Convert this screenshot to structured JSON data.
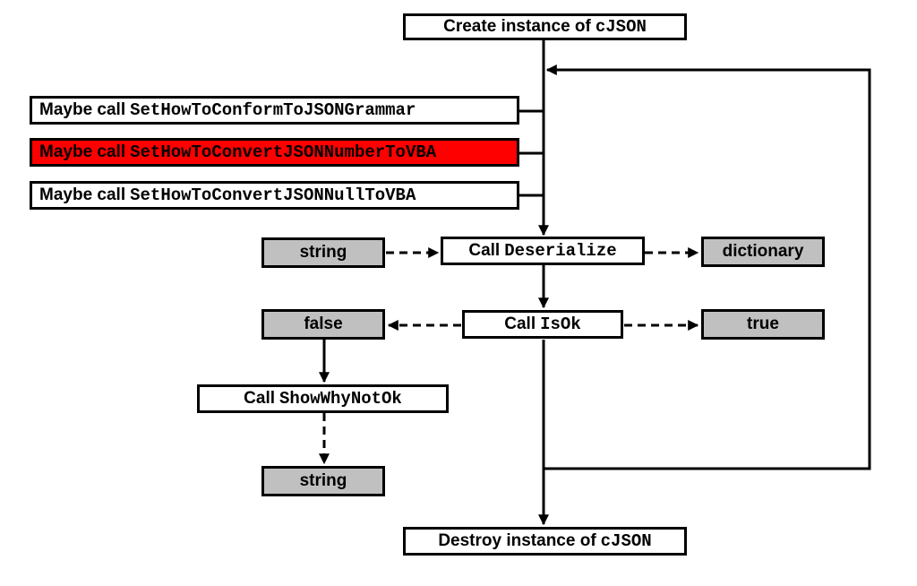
{
  "nodes": {
    "create": {
      "prefix": "Create instance of",
      "code": "cJSON"
    },
    "opt_grammar": {
      "prefix": "Maybe call",
      "code": "SetHowToConformToJSONGrammar"
    },
    "opt_number": {
      "prefix": "Maybe call",
      "code": "SetHowToConvertJSONNumberToVBA"
    },
    "opt_null": {
      "prefix": "Maybe call",
      "code": "SetHowToConvertJSONNullToVBA"
    },
    "input_string": {
      "label": "string"
    },
    "deserialize": {
      "prefix": "Call",
      "code": "Deserialize"
    },
    "output_dictionary": {
      "label": "dictionary"
    },
    "false_result": {
      "label": "false"
    },
    "isok": {
      "prefix": "Call",
      "code": "IsOk"
    },
    "true_result": {
      "label": "true"
    },
    "showwhy": {
      "prefix": "Call",
      "code": "ShowWhyNotOk"
    },
    "why_string": {
      "label": "string"
    },
    "destroy": {
      "prefix": "Destroy instance of",
      "code": "cJSON"
    }
  },
  "colors": {
    "highlight": "#ff0000",
    "result_fill": "#c0c0c0",
    "line": "#000000"
  }
}
